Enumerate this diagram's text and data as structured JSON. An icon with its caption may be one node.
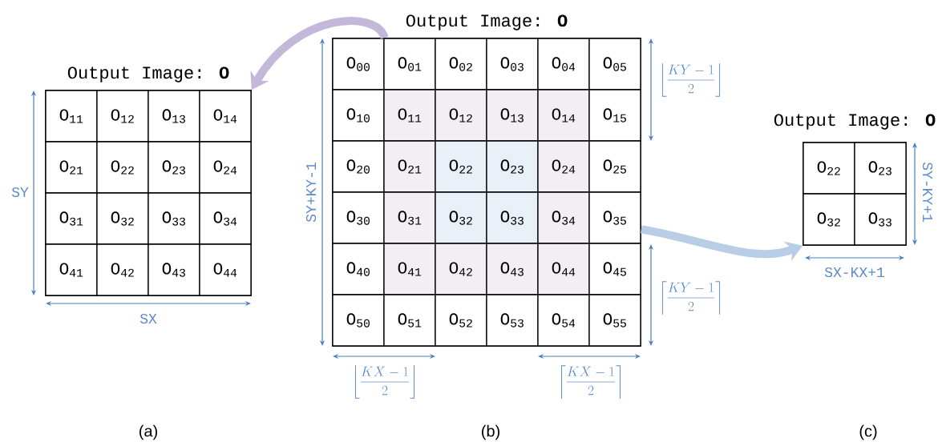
{
  "diagram": {
    "nodes": [
      {
        "text": [
          "Output Image: **O**"
        ]
      },
      {
        "text": [
          "O$_{11}$"
        ],
        "in": 0
      },
      {
        "text": [
          "O$_{12}$"
        ],
        "in": 0
      },
      {
        "text": [
          "O$_{13}$"
        ],
        "in": 0
      },
      {
        "text": [
          "O$_{14}$"
        ],
        "in": 0
      },
      {
        "text": [
          "O$_{21}$"
        ],
        "in": 0
      },
      {
        "text": [
          "O$_{22}$"
        ],
        "in": 0
      },
      {
        "text": [
          "O$_{23}$"
        ],
        "in": 0
      },
      {
        "text": [
          "O$_{24}$"
        ],
        "in": 0
      },
      {
        "text": [
          "O$_{31}$"
        ],
        "in": 0
      },
      {
        "text": [
          "O$_{32}$"
        ],
        "in": 0
      },
      {
        "text": [
          "O$_{33}$"
        ],
        "in": 0
      },
      {
        "text": [
          "O$_{34}$"
        ],
        "in": 0
      },
      {
        "text": [
          "O$_{41}$"
        ],
        "in": 0
      },
      {
        "text": [
          "O$_{42}$"
        ],
        "in": 0
      },
      {
        "text": [
          "O$_{43}$"
        ],
        "in": 0
      },
      {
        "text": [
          "O$_{44}$"
        ],
        "in": 0
      },
      {
        "text": [
          "Output Image: **O**"
        ]
      },
      {
        "text": [
          "O$_{00}$"
        ],
        "in": 17
      },
      {
        "text": [
          "O$_{01}$"
        ],
        "in": 17
      },
      {
        "text": [
          "O$_{02}$"
        ],
        "in": 17
      },
      {
        "text": [
          "O$_{03}$"
        ],
        "in": 17
      },
      {
        "text": [
          "O$_{04}$"
        ],
        "in": 17
      },
      {
        "text": [
          "O$_{05}$"
        ],
        "in": 17
      },
      {
        "text": [
          "O$_{10}$"
        ],
        "in": 17
      },
      {
        "text": [
          "O$_{11}$"
        ],
        "in": 17
      },
      {
        "text": [
          "O$_{12}$"
        ],
        "in": 17
      },
      {
        "text": [
          "O$_{13}$"
        ],
        "in": 17
      },
      {
        "text": [
          "O$_{14}$"
        ],
        "in": 17
      },
      {
        "text": [
          "O$_{15}$"
        ],
        "in": 17
      },
      {
        "text": [
          "O$_{20}$"
        ],
        "in": 17
      },
      {
        "text": [
          "O$_{21}$"
        ],
        "in": 17
      },
      {
        "text": [
          "O$_{22}$"
        ],
        "in": 17
      },
      {
        "text": [
          "O$_{23}$"
        ],
        "in": 17
      },
      {
        "text": [
          "O$_{24}$"
        ],
        "in": 17
      },
      {
        "text": [
          "O$_{25}$"
        ],
        "in": 17
      },
      {
        "text": [
          "O$_{30}$"
        ],
        "in": 17
      },
      {
        "text": [
          "O$_{31}$"
        ],
        "in": 17
      },
      {
        "text": [
          "O$_{32}$"
        ],
        "in": 17
      },
      {
        "text": [
          "O$_{33}$"
        ],
        "in": 17
      },
      {
        "text": [
          "O$_{34}$"
        ],
        "in": 17
      },
      {
        "text": [
          "O$_{35}$"
        ],
        "in": 17
      },
      {
        "text": [
          "O$_{40}$"
        ],
        "in": 17
      },
      {
        "text": [
          "O$_{41}$"
        ],
        "in": 17
      },
      {
        "text": [
          "O$_{42}$"
        ],
        "in": 17
      },
      {
        "text": [
          "O$_{43}$"
        ],
        "in": 17
      },
      {
        "text": [
          "O$_{44}$"
        ],
        "in": 17
      },
      {
        "text": [
          "O$_{45}$"
        ],
        "in": 17
      },
      {
        "text": [
          "O$_{50}$"
        ],
        "in": 17
      },
      {
        "text": [
          "O$_{51}$"
        ],
        "in": 17
      },
      {
        "text": [
          "O$_{52}$"
        ],
        "in": 17
      },
      {
        "text": [
          "O$_{53}$"
        ],
        "in": 17
      },
      {
        "text": [
          "O$_{54}$"
        ],
        "in": 17
      },
      {
        "text": [
          "O$_{55}$"
        ],
        "in": 17
      },
      {
        "text": [
          "Output Image: **O**"
        ]
      },
      {
        "text": [
          "O$_{22}$"
        ],
        "in": 54
      },
      {
        "text": [
          "O$_{23}$"
        ],
        "in": 54
      },
      {
        "text": [
          "O$_{32}$"
        ],
        "in": 54
      },
      {
        "text": [
          "O$_{33}$"
        ],
        "in": 54
      }
    ],
    "edges": [
      {
        "from": 17,
        "to": 0,
        "arrow": "to",
        "color": "#c3b8da"
      },
      {
        "from": 17,
        "to": 54,
        "arrow": "to",
        "color": "#b9cde6"
      }
    ],
    "labels": [
      "SY",
      "SX",
      "SY+KY-1",
      "\\left\\lfloor\\frac{KY-1}{2}\\right\\rfloor",
      "\\left\\lceil\\frac{KY-1}{2}\\right\\rceil",
      "\\left\\lfloor\\frac{KX-1}{2}\\right\\rfloor",
      "\\left\\lceil\\frac{KX-1}{2}\\right\\rceil",
      "SY-KY+1",
      "SX-KX+1",
      "(a)",
      "(b)",
      "(c)"
    ]
  }
}
